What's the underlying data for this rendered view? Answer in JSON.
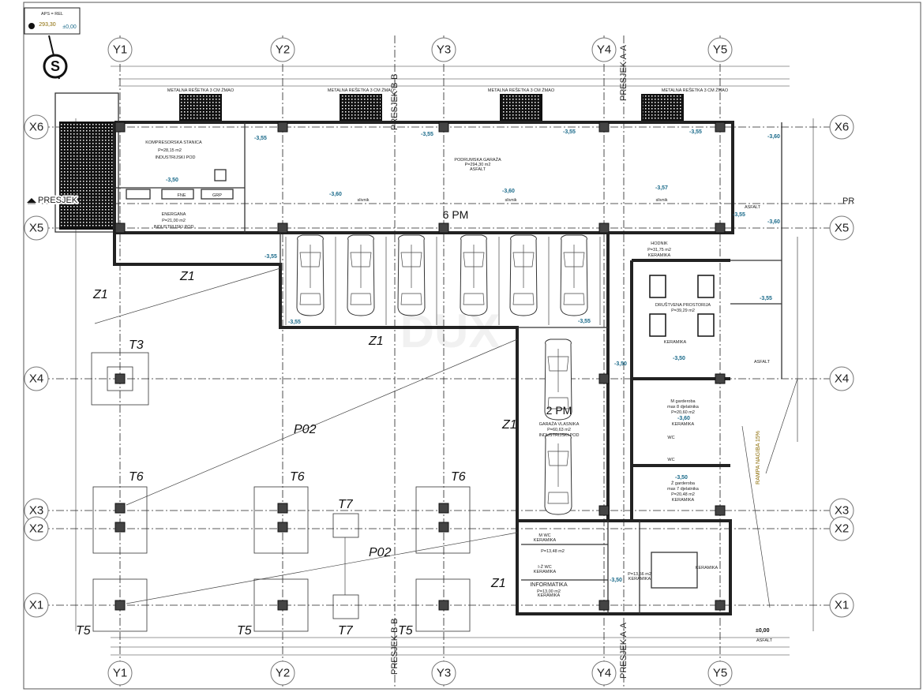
{
  "legend": {
    "top": "APS  =  REL",
    "abs_level": "293,30",
    "rel_level": "±0,00"
  },
  "north_symbol": "S",
  "grid": {
    "columns": [
      "Y1",
      "Y2",
      "Y3",
      "Y4",
      "Y5"
    ],
    "rows": [
      "X6",
      "X5",
      "X4",
      "X3",
      "X2",
      "X1"
    ]
  },
  "sections": {
    "bb": "PRESJEK B-B",
    "aa": "PRESJEK A-A",
    "left": "PRESJEK",
    "right": "PR"
  },
  "grates": [
    "METALNA REŠETKA 3 CM ŽMAO",
    "METALNA REŠETKA 3 CM ŽMAO",
    "METALNA REŠETKA 3 CM ŽMAO",
    "METALNA REŠETKA 3 CM ŽMAO"
  ],
  "rooms": {
    "compressor": {
      "name": "KOMPRESORSKA STANICA",
      "area": "P=28,15 m2",
      "floor": "INDUSTRIJSKI POD",
      "level": "-3,50"
    },
    "fne": "FNE",
    "grp": "GRP",
    "energy": {
      "name": "ENERGANA",
      "area": "P=21,00 m2",
      "floor": "INDUSTRIJSKI POD"
    },
    "garage": {
      "name": "PODRUMSKA GARAŽA",
      "area": "P=294,30 m2",
      "floor": "ASFALT",
      "spots": "6 PM"
    },
    "owner_garage": {
      "name": "GARAŽA VLASNIKA",
      "area": "P=60,63 m2",
      "floor": "INDUSTRIJSKI POD",
      "spots": "2 PM"
    },
    "corridor": {
      "name": "HODNIK",
      "area": "P=31,75 m2",
      "floor": "KERAMIKA"
    },
    "social": {
      "name": "DRUŠTVENA PROSTORIJA",
      "area": "P=39,29 m2",
      "floor": "KERAMIKA",
      "level": "-3,50"
    },
    "m_locker": {
      "name": "M garderoba",
      "capacity": "max 8 djelatnika",
      "area": "P=20,60 m2",
      "level": "-3,60",
      "floor": "KERAMIKA"
    },
    "z_locker": {
      "name": "Ž garderoba",
      "capacity": "max 7 djelatnika",
      "area": "P=20,48 m2",
      "level": "-3,50",
      "floor": "KERAMIKA"
    },
    "wc": "WC",
    "m_wc": {
      "name": "M  WC",
      "floor": "KERAMIKA"
    },
    "wc_block": {
      "area": "P=13,48 m2"
    },
    "z_wc": {
      "name": "I-Ž  WC",
      "floor": "KERAMIKA"
    },
    "info": {
      "name": "INFORMATIKA",
      "area": "P=13,00 m2",
      "floor": "KERAMIKA"
    },
    "stair_hall": {
      "area": "P=13,56 m2",
      "floor": "KERAMIKA",
      "level": "-3,50"
    },
    "stairs": {
      "floor": "KERAMIKA"
    },
    "ramp": "RAMPA NAGIBA 15%",
    "asphalt": "ASFALT",
    "drain": "slivnik"
  },
  "levels": [
    "-3,55",
    "-3,55",
    "-3,55",
    "-3,55",
    "-3,60",
    "-3,60",
    "-3,60",
    "-3,57",
    "-3,60",
    "-3,55",
    "-3,55",
    "-3,55",
    "-3,55",
    "-3,50",
    "-3,55",
    "±0,00"
  ],
  "zones": {
    "z1": "Z1",
    "p02": "P02",
    "t3": "T3",
    "t5": "T5",
    "t6": "T6",
    "t7": "T7"
  },
  "watermark": "DUX"
}
